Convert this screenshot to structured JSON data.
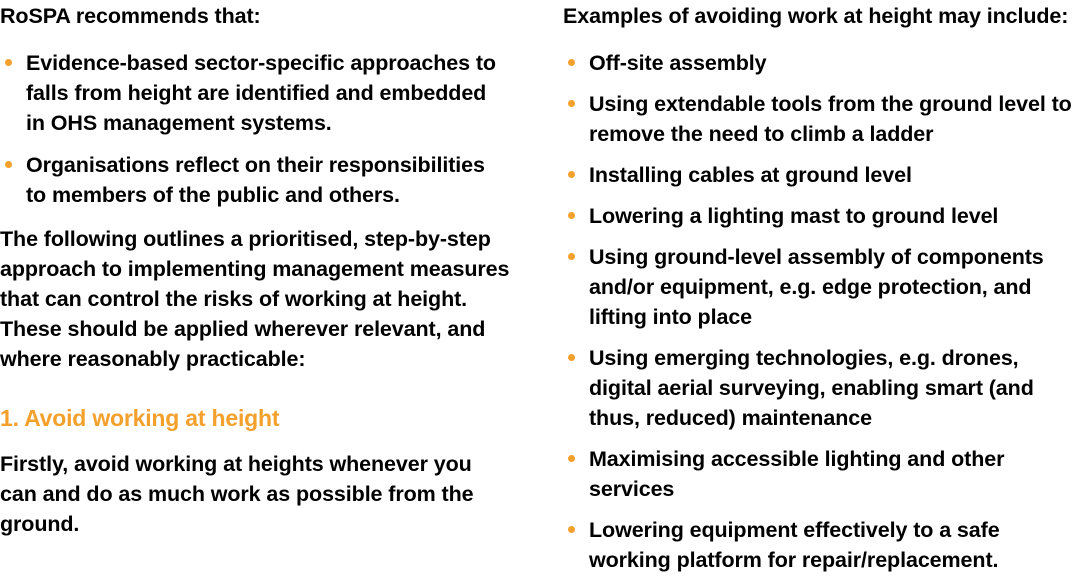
{
  "theme": {
    "accent_color": "#f3a02c",
    "text_color": "#000000",
    "background_color": "#ffffff"
  },
  "left_column": {
    "intro_paragraph": "RoSPA recommends that:",
    "recommendations": [
      "Evidence-based sector-specific approaches to falls from height are identified and embedded in OHS management systems.",
      "Organisations reflect on their responsibilities to members of the public and others."
    ],
    "approach_paragraph": "The following outlines a prioritised, step-by-step approach to implementing management measures that can control the risks of working at height. These should be applied wherever relevant, and where reasonably practicable:",
    "section_heading": "1. Avoid working at height",
    "section_paragraph": "Firstly, avoid working at heights whenever you can and do as much work as possible from the ground."
  },
  "right_column": {
    "examples_intro": "Examples of avoiding work at height may include:",
    "examples": [
      "Off-site assembly",
      "Using extendable tools from the ground level to remove the need to climb a ladder",
      "Installing cables at ground level",
      "Lowering a lighting mast to ground level",
      "Using ground-level assembly of components and/or equipment, e.g. edge protection, and lifting into place",
      "Using emerging technologies, e.g. drones, digital aerial surveying, enabling smart (and thus, reduced) maintenance",
      "Maximising accessible lighting and other services",
      "Lowering equipment effectively to a safe working platform for repair/replacement."
    ]
  }
}
